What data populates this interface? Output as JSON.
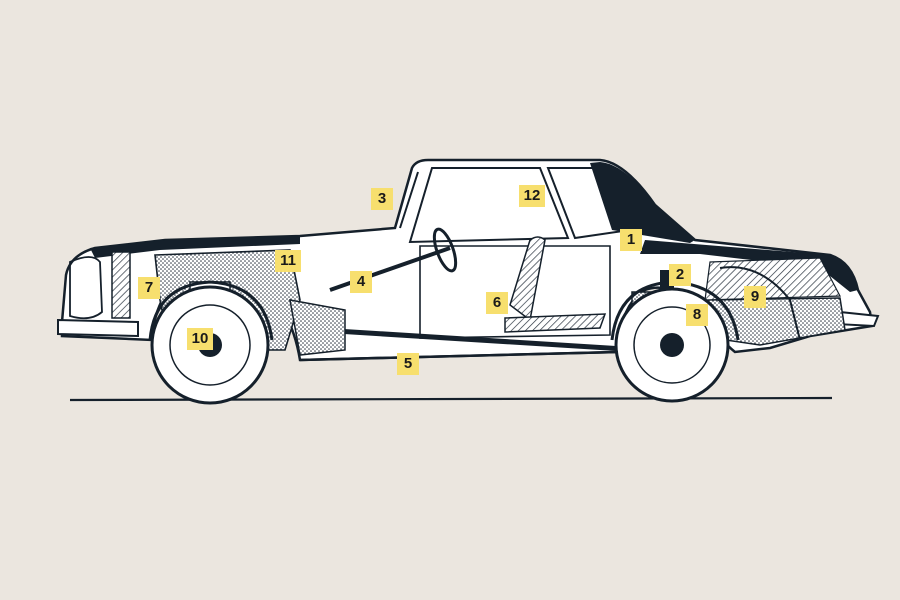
{
  "callouts": [
    {
      "id": "c1",
      "label": "1"
    },
    {
      "id": "c2",
      "label": "2"
    },
    {
      "id": "c3",
      "label": "3"
    },
    {
      "id": "c4",
      "label": "4"
    },
    {
      "id": "c5",
      "label": "5"
    },
    {
      "id": "c6",
      "label": "6"
    },
    {
      "id": "c7",
      "label": "7"
    },
    {
      "id": "c8",
      "label": "8"
    },
    {
      "id": "c9",
      "label": "9"
    },
    {
      "id": "c10",
      "label": "10"
    },
    {
      "id": "c11",
      "label": "11"
    },
    {
      "id": "c12",
      "label": "12"
    }
  ],
  "colors": {
    "background": "#ebe6df",
    "ink": "#15202b",
    "callout_fill": "#f7df6e"
  }
}
